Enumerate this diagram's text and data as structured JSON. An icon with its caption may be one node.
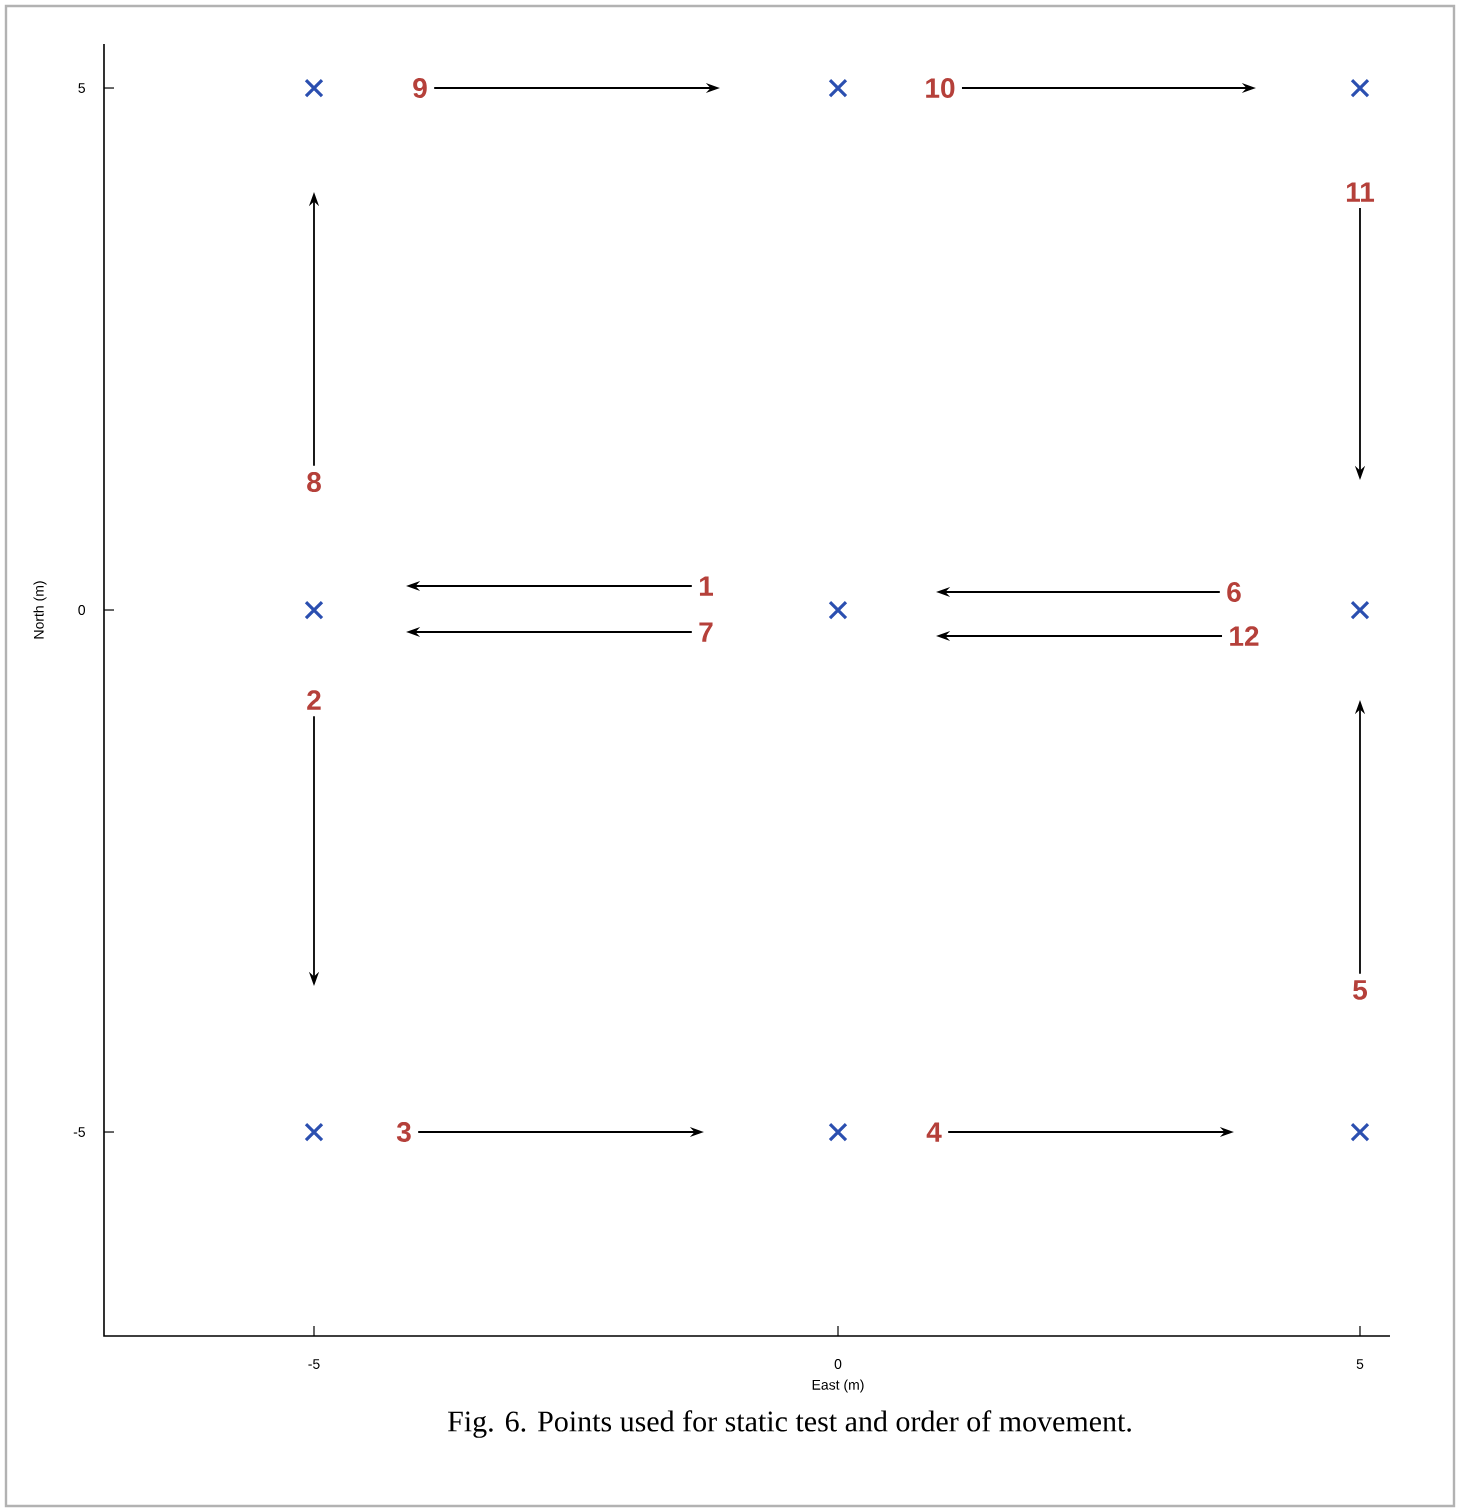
{
  "diagram": {
    "caption": "Fig. 6. Points used for static test and order of movement.",
    "nodes": [
      {
        "text": [
          "9"
        ]
      },
      {
        "text": [
          "10"
        ]
      },
      {
        "text": [
          "11"
        ]
      },
      {
        "text": [
          "8"
        ]
      },
      {
        "text": [
          "1"
        ]
      },
      {
        "text": [
          "6"
        ]
      },
      {
        "text": [
          "7"
        ]
      },
      {
        "text": [
          "12"
        ]
      },
      {
        "text": [
          "2"
        ]
      },
      {
        "text": [
          "5"
        ]
      },
      {
        "text": [
          "3"
        ]
      },
      {
        "text": [
          "4"
        ]
      }
    ],
    "edges": [
      {
        "from": 0,
        "to": null,
        "arrow": "to"
      },
      {
        "from": 1,
        "to": null,
        "arrow": "to"
      },
      {
        "from": 2,
        "to": null,
        "arrow": "to"
      },
      {
        "from": 3,
        "to": null,
        "arrow": "to"
      },
      {
        "from": 4,
        "to": null,
        "arrow": "to"
      },
      {
        "from": 5,
        "to": null,
        "arrow": "to"
      },
      {
        "from": 6,
        "to": null,
        "arrow": "to"
      },
      {
        "from": 7,
        "to": null,
        "arrow": "to"
      },
      {
        "from": 8,
        "to": null,
        "arrow": "to"
      },
      {
        "from": 9,
        "to": null,
        "arrow": "to"
      },
      {
        "from": 10,
        "to": null,
        "arrow": "to"
      },
      {
        "from": 11,
        "to": null,
        "arrow": "to"
      }
    ],
    "labels": [
      "5",
      "0",
      "-5",
      "North (m)",
      "-5",
      "0",
      "5",
      "East (m)"
    ]
  }
}
